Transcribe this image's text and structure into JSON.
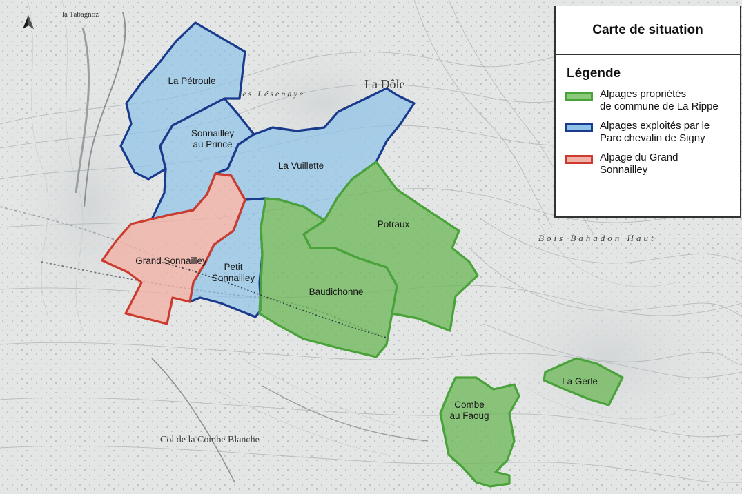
{
  "map": {
    "north_arrow_icon": "north-arrow-icon",
    "zones": [
      {
        "id": "la-petroule",
        "label": [
          "La Pétroule"
        ],
        "category": "parc",
        "rect": null
      },
      {
        "id": "sonnailley-au-prince",
        "label": [
          "Sonnailley",
          "au Prince"
        ],
        "category": "parc"
      },
      {
        "id": "la-vuillette",
        "label": [
          "La Vuillette"
        ],
        "category": "parc"
      },
      {
        "id": "grand-sonnailley",
        "label": [
          "Grand Sonnailley"
        ],
        "category": "grand"
      },
      {
        "id": "petit-sonnailley",
        "label": [
          "Petit",
          "Sonnailley"
        ],
        "category": "parc"
      },
      {
        "id": "potraux",
        "label": [
          "Potraux"
        ],
        "category": "commune"
      },
      {
        "id": "baudichonne",
        "label": [
          "Baudichonne"
        ],
        "category": "commune"
      },
      {
        "id": "combe-au-faoug",
        "label": [
          "Combe",
          "au Faoug"
        ],
        "category": "commune"
      },
      {
        "id": "la-gerle",
        "label": [
          "La Gerle"
        ],
        "category": "commune"
      }
    ],
    "place_names": {
      "la_dole": "La Dôle",
      "col_combe_blanche": "Col de la Combe Blanche",
      "bois_bahadon": "Bois Bahadon Haut",
      "la_tabagnoz": "la Tabagnoz",
      "les_loasenaye": "les Lésenaye"
    }
  },
  "legend": {
    "title": "Carte de situation",
    "heading": "Légende",
    "items": [
      {
        "lines": [
          "Alpages propriétés",
          "de commune de La Rippe"
        ],
        "border": "#4aa23a",
        "fill": "#8dc97a"
      },
      {
        "lines": [
          "Alpages exploités par le",
          "Parc chevalin de Signy"
        ],
        "border": "#1a3a8c",
        "fill": "#8fc4e8"
      },
      {
        "lines": [
          "Alpage du Grand",
          "Sonnailley"
        ],
        "border": "#cc3b2e",
        "fill": "#eeb2a8"
      }
    ]
  },
  "colors": {
    "commune_border": "#4aa23a",
    "commune_fill": "#6fb85a",
    "parc_border": "#1a3a8c",
    "parc_fill": "#8fc4e8",
    "grand_border": "#cc3b2e",
    "grand_fill": "#f0b2a6"
  }
}
